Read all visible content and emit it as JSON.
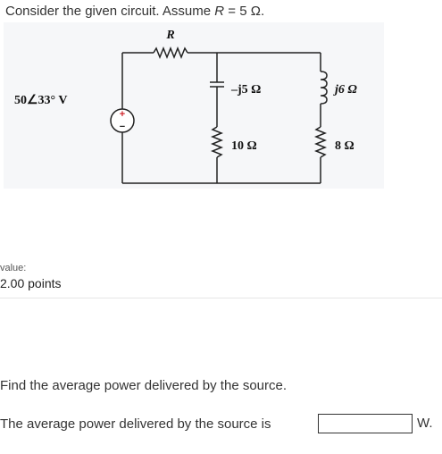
{
  "question": {
    "prefix": "Consider the given circuit. Assume ",
    "variable": "R",
    "suffix": " = 5 Ω."
  },
  "circuit": {
    "resistor_label": "R",
    "source_label": "50∠33° V",
    "capacitor_label": "–j5 Ω",
    "inductor_label": "j6 Ω",
    "middle_resistor_label": "10 Ω",
    "right_resistor_label": "8 Ω",
    "source_plus": "+",
    "source_minus": "−"
  },
  "value": {
    "caption": "value:",
    "points": "2.00 points"
  },
  "prompt": "Find the average power delivered by the source.",
  "answer": {
    "label": "The average power delivered by the source is",
    "value": "",
    "unit": "W."
  }
}
